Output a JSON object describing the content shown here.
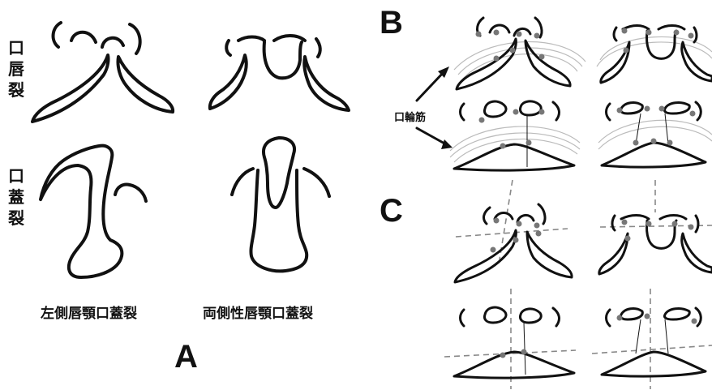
{
  "panels": {
    "A": "A",
    "B": "B",
    "C": "C"
  },
  "row_labels": {
    "cleft_lip": [
      "口",
      "唇",
      "裂"
    ],
    "cleft_palate": [
      "口",
      "蓋",
      "裂"
    ]
  },
  "captions": {
    "left": "左側唇顎口蓋裂",
    "right": "両側性唇顎口蓋裂"
  },
  "annotation": {
    "muscle": "口輪筋"
  },
  "colors": {
    "ink": "#111111",
    "landmark_dot": "#777777",
    "muscle_arc": "#bbbbbb",
    "reference_line": "#888888"
  }
}
